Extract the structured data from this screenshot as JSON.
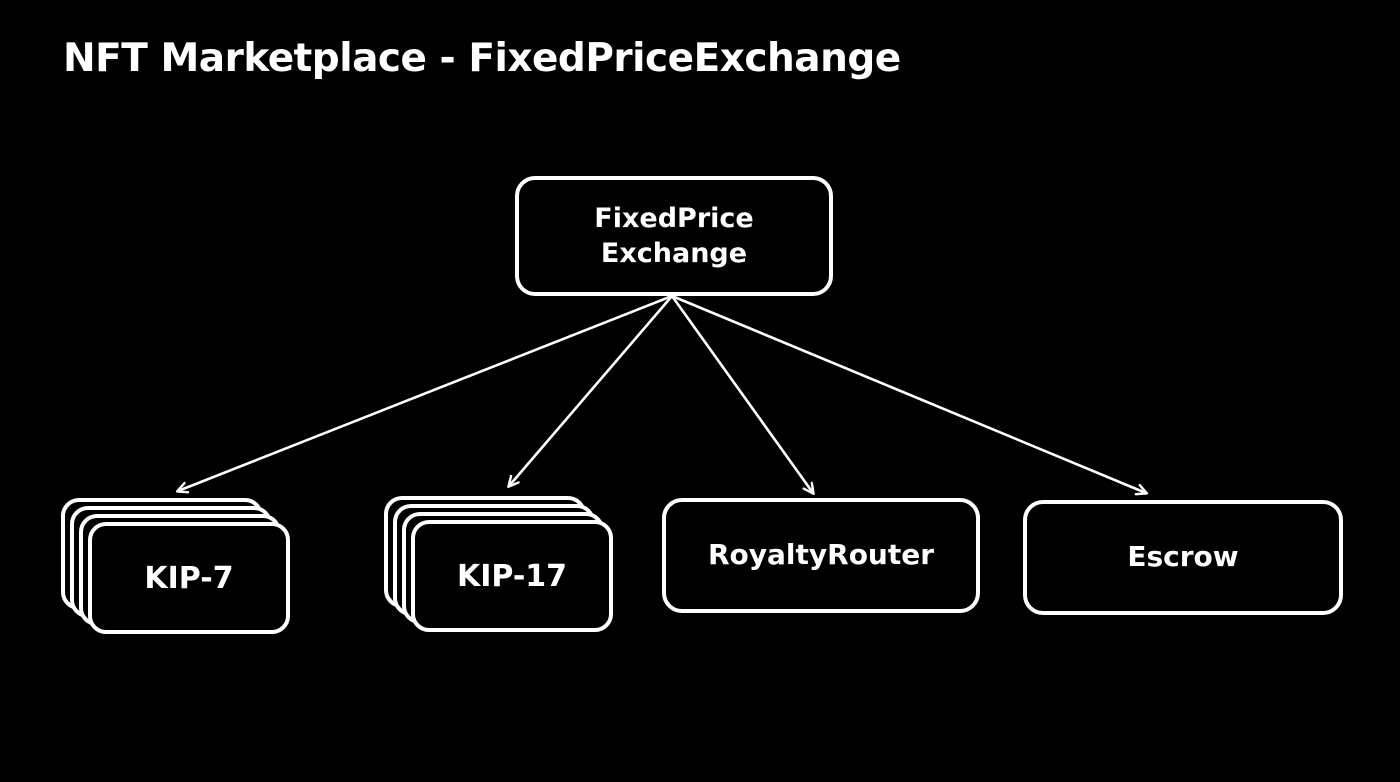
{
  "title": "NFT Marketplace - FixedPriceExchange",
  "diagram": {
    "root": {
      "id": "fixed-price-exchange",
      "label_line1": "FixedPrice",
      "label_line2": "Exchange"
    },
    "children": [
      {
        "id": "kip7",
        "label": "KIP-7",
        "style": "stacked-cards"
      },
      {
        "id": "kip17",
        "label": "KIP-17",
        "style": "stacked-cards"
      },
      {
        "id": "royaltyrouter",
        "label": "RoyaltyRouter",
        "style": "single-box"
      },
      {
        "id": "escrow",
        "label": "Escrow",
        "style": "single-box"
      }
    ],
    "edges": [
      {
        "from": "fixed-price-exchange",
        "to": "kip7",
        "arrow": "arrowhead-end"
      },
      {
        "from": "fixed-price-exchange",
        "to": "kip17",
        "arrow": "arrowhead-end"
      },
      {
        "from": "fixed-price-exchange",
        "to": "royaltyrouter",
        "arrow": "arrowhead-end"
      },
      {
        "from": "fixed-price-exchange",
        "to": "escrow",
        "arrow": "arrowhead-end"
      }
    ]
  },
  "colors": {
    "background": "#000000",
    "stroke": "#ffffff",
    "text": "#ffffff"
  }
}
